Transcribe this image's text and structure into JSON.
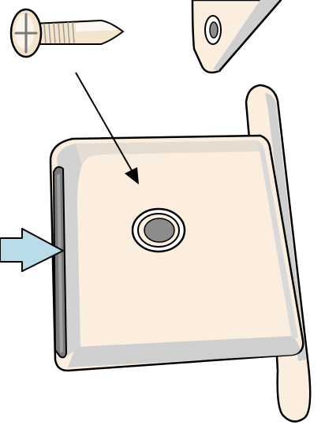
{
  "diagram": {
    "kind": "assembly-illustration",
    "parts": [
      "screw",
      "corner-bracket",
      "strike-plate",
      "insertion-arrow",
      "direction-arrow"
    ],
    "colors": {
      "plate_fill": "#fbeede",
      "plate_shadow": "#cfcfcf",
      "plate_dark": "#b8b8b8",
      "outline": "#000000",
      "screw_fill": "#f4e4cc",
      "hole_fill": "#8c8c8c",
      "arrow_fill": "#b8dde8",
      "slot_fill": "#7a7a7a"
    }
  }
}
